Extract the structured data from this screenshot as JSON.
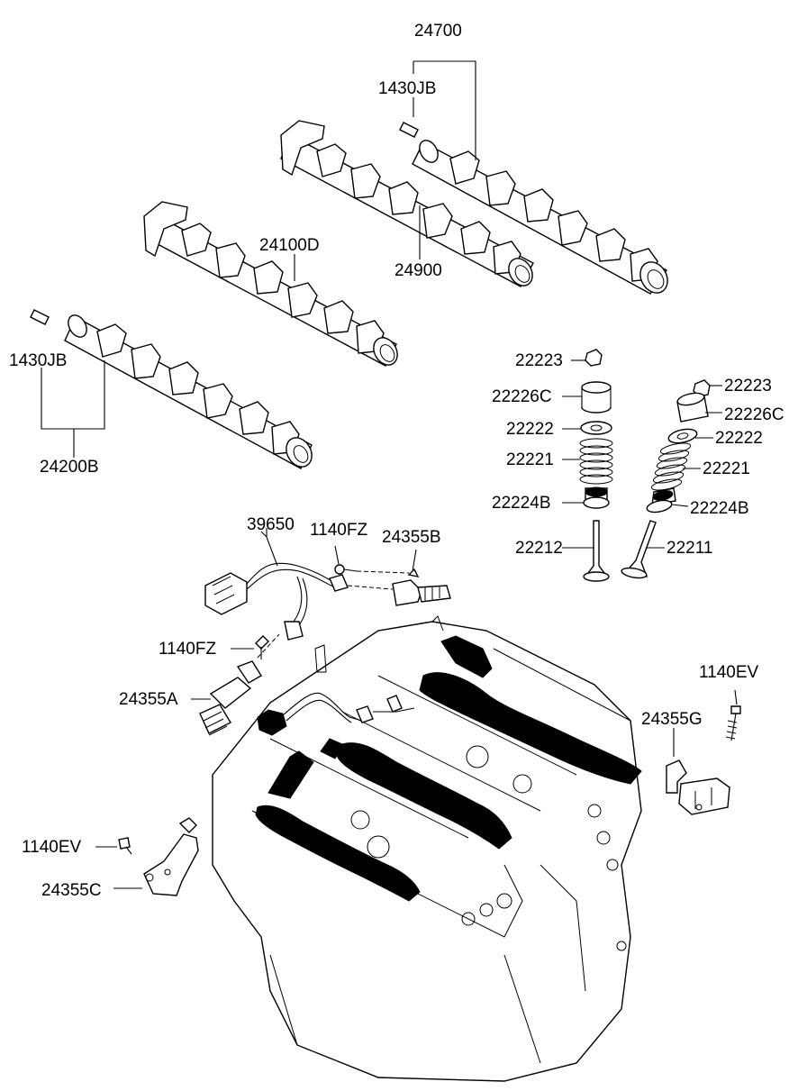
{
  "labels": {
    "p24700": "24700",
    "p1430JB_top": "1430JB",
    "p24100D": "24100D",
    "p24900": "24900",
    "p1430JB_left": "1430JB",
    "p24200B": "24200B",
    "p22223_l": "22223",
    "p22226C_l": "22226C",
    "p22222_l": "22222",
    "p22221_l": "22221",
    "p22224B_l": "22224B",
    "p22212": "22212",
    "p22223_r": "22223",
    "p22226C_r": "22226C",
    "p22222_r": "22222",
    "p22221_r": "22221",
    "p22224B_r": "22224B",
    "p22211": "22211",
    "p39650": "39650",
    "p1140FZ_top": "1140FZ",
    "p24355B": "24355B",
    "p1140FZ_mid": "1140FZ",
    "p24355A": "24355A",
    "p1140EV_r": "1140EV",
    "p24355G": "24355G",
    "p1140EV_l": "1140EV",
    "p24355C": "24355C"
  }
}
